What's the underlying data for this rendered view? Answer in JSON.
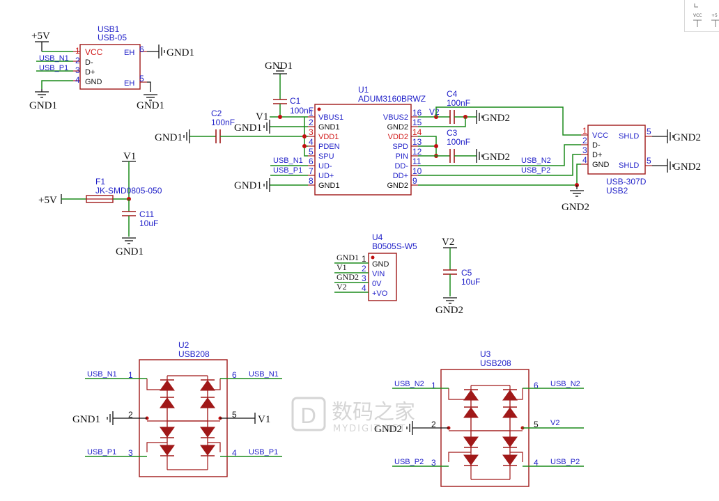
{
  "palette": {
    "vcc": "VCC",
    "plus5": "+5"
  },
  "watermark": {
    "cn": "数码之家",
    "en": "MYDIGIT.NET"
  },
  "colors": {
    "wire": "#1a8a1a",
    "body": "#a01818",
    "pinNumber": "#d01818",
    "label": "#1f1fc8",
    "junction": "#c01010"
  },
  "usb1": {
    "designator": "USB1",
    "value": "USB-05",
    "pins": [
      {
        "num": "1",
        "name": "VCC"
      },
      {
        "num": "2",
        "name": "D-"
      },
      {
        "num": "3",
        "name": "D+"
      },
      {
        "num": "4",
        "name": "GND"
      },
      {
        "num": "6",
        "name": "EH"
      },
      {
        "num": "5",
        "name": "EH"
      }
    ],
    "nets": {
      "p5v": "+5V",
      "n1": "USB_N1",
      "p1": "USB_P1",
      "gnd_left": "GND1",
      "gnd_eh6": "GND1",
      "gnd_eh5": "GND1"
    }
  },
  "u1": {
    "designator": "U1",
    "value": "ADUM3160BRWZ",
    "left_pins": [
      {
        "num": "1",
        "name": "VBUS1"
      },
      {
        "num": "2",
        "name": "GND1"
      },
      {
        "num": "3",
        "name": "VDD1"
      },
      {
        "num": "4",
        "name": "PDEN"
      },
      {
        "num": "5",
        "name": "SPU"
      },
      {
        "num": "6",
        "name": "UD-"
      },
      {
        "num": "7",
        "name": "UD+"
      },
      {
        "num": "8",
        "name": "GND1"
      }
    ],
    "right_pins": [
      {
        "num": "16",
        "name": "VBUS2"
      },
      {
        "num": "15",
        "name": "GND2"
      },
      {
        "num": "14",
        "name": "VDD2"
      },
      {
        "num": "13",
        "name": "SPD"
      },
      {
        "num": "12",
        "name": "PIN"
      },
      {
        "num": "11",
        "name": "DD-"
      },
      {
        "num": "10",
        "name": "DD+"
      },
      {
        "num": "9",
        "name": "GND2"
      }
    ],
    "nets": {
      "v1": "V1",
      "gnd_pin2": "GND1",
      "gnd_pin8": "GND1",
      "n1": "USB_N1",
      "p1": "USB_P1",
      "v2": "V2",
      "n2": "USB_N2",
      "p2": "USB_P2"
    }
  },
  "c1": {
    "designator": "C1",
    "value": "100nF",
    "gnd": "GND1"
  },
  "c2": {
    "designator": "C2",
    "value": "100nF",
    "gnd": "GND1"
  },
  "c4": {
    "designator": "C4",
    "value": "100nF",
    "gnd": "GND2"
  },
  "c3": {
    "designator": "C3",
    "value": "100nF",
    "gnd": "GND2"
  },
  "usb2": {
    "designator": "USB2",
    "value": "USB-307D",
    "pins": [
      {
        "num": "1",
        "name": "VCC"
      },
      {
        "num": "2",
        "name": "D-"
      },
      {
        "num": "3",
        "name": "D+"
      },
      {
        "num": "4",
        "name": "GND"
      },
      {
        "num": "5",
        "name": "SHLD"
      },
      {
        "num": "5",
        "name": "SHLD"
      }
    ],
    "nets": {
      "gnd_shld_top": "GND2",
      "gnd_shld_bot": "GND2",
      "gnd_bottom": "GND2"
    }
  },
  "f1": {
    "designator": "F1",
    "value": "JK-SMD0805-050",
    "v1": "V1",
    "p5v": "+5V"
  },
  "c11": {
    "designator": "C11",
    "value": "10uF",
    "gnd": "GND1"
  },
  "u4": {
    "designator": "U4",
    "value": "B0505S-W5",
    "pins": [
      {
        "num": "1",
        "name": "GND",
        "net": "GND1"
      },
      {
        "num": "2",
        "name": "VIN",
        "net": "V1"
      },
      {
        "num": "3",
        "name": "0V",
        "net": "GND2"
      },
      {
        "num": "4",
        "name": "+VO",
        "net": "V2"
      }
    ]
  },
  "c5": {
    "designator": "C5",
    "value": "10uF",
    "v2": "V2",
    "gnd": "GND2"
  },
  "u2": {
    "designator": "U2",
    "value": "USB208",
    "pins": [
      {
        "num": "1",
        "net": "USB_N1"
      },
      {
        "num": "2",
        "net": "GND1"
      },
      {
        "num": "3",
        "net": "USB_P1"
      },
      {
        "num": "6",
        "net": "USB_N1"
      },
      {
        "num": "5",
        "net": "V1"
      },
      {
        "num": "4",
        "net": "USB_P1"
      }
    ]
  },
  "u3": {
    "designator": "U3",
    "value": "USB208",
    "pins": [
      {
        "num": "1",
        "net": "USB_N2"
      },
      {
        "num": "2",
        "net": "GND2"
      },
      {
        "num": "3",
        "net": "USB_P2"
      },
      {
        "num": "6",
        "net": "USB_N2"
      },
      {
        "num": "5",
        "net": "V2"
      },
      {
        "num": "4",
        "net": "USB_P2"
      }
    ]
  }
}
